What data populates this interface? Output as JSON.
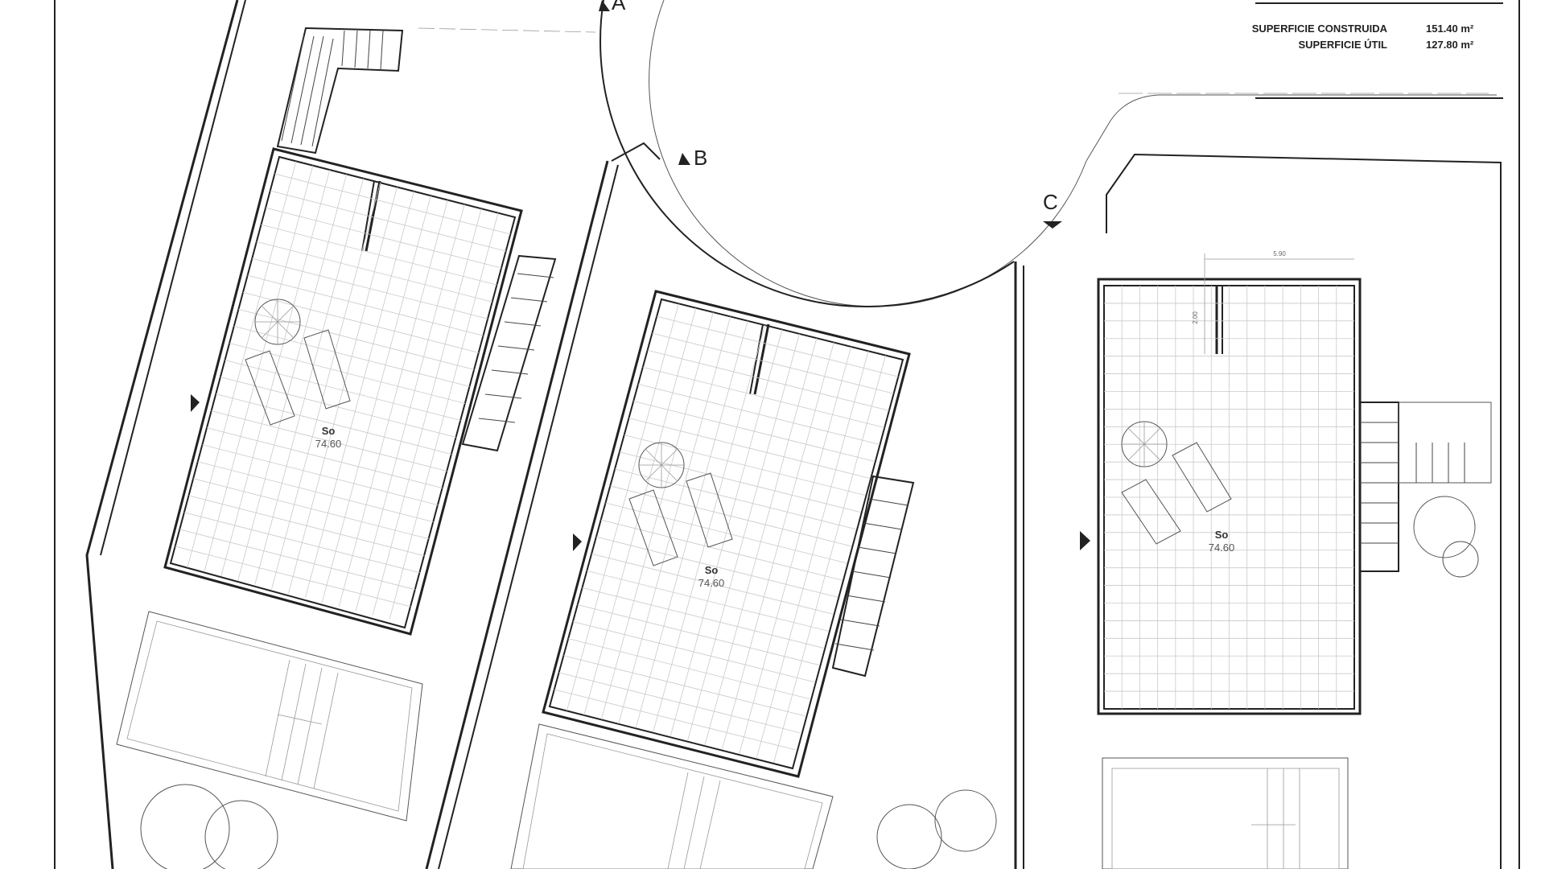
{
  "areas": [
    {
      "label": "SUPERFICIE CONSTRUIDA",
      "value": "151.40 m²"
    },
    {
      "label": "SUPERFICIE ÚTIL",
      "value": "127.80 m²"
    }
  ],
  "section_markers": [
    "A",
    "B",
    "C"
  ],
  "rooms": [
    {
      "name": "So",
      "area": "74.60"
    },
    {
      "name": "So",
      "area": "74.60"
    },
    {
      "name": "So",
      "area": "74.60"
    }
  ],
  "dimensions": [
    "5.90",
    "2.00"
  ],
  "colors": {
    "wall": "#222222",
    "grid": "#c9c9c9",
    "background": "#ffffff"
  }
}
